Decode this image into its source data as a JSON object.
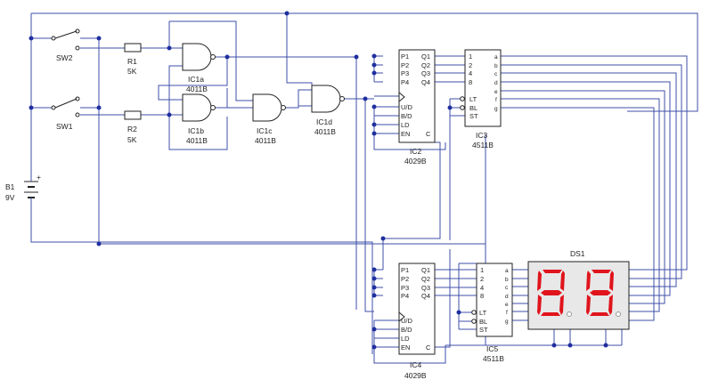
{
  "components": {
    "sw2": {
      "ref": "SW2"
    },
    "sw1": {
      "ref": "SW1"
    },
    "r1": {
      "ref": "R1",
      "value": "5K"
    },
    "r2": {
      "ref": "R2",
      "value": "5K"
    },
    "b1": {
      "ref": "B1",
      "value": "9V",
      "plus": "+"
    },
    "ic1a": {
      "ref": "IC1a",
      "part": "4011B"
    },
    "ic1b": {
      "ref": "IC1b",
      "part": "4011B"
    },
    "ic1c": {
      "ref": "IC1c",
      "part": "4011B"
    },
    "ic1d": {
      "ref": "IC1d",
      "part": "4011B"
    },
    "ic2": {
      "ref": "IC2",
      "part": "4029B"
    },
    "ic3": {
      "ref": "IC3",
      "part": "4511B"
    },
    "ic4": {
      "ref": "IC4",
      "part": "4029B"
    },
    "ic5": {
      "ref": "IC5",
      "part": "4511B"
    },
    "ds1": {
      "ref": "DS1"
    }
  },
  "pins": {
    "counter_left": [
      "P1",
      "P2",
      "P3",
      "P4"
    ],
    "counter_right": [
      "Q1",
      "Q2",
      "Q3",
      "Q4"
    ],
    "counter_ctrl": [
      "U/D",
      "B/D",
      "LD",
      "EN"
    ],
    "counter_clock": "C",
    "decoder_in": [
      "1",
      "2",
      "4",
      "8"
    ],
    "decoder_ctrl": [
      "LT",
      "BL",
      "ST"
    ],
    "decoder_out": [
      "a",
      "b",
      "c",
      "d",
      "e",
      "f",
      "g"
    ]
  },
  "display": {
    "color": "#e0141c",
    "digits": "two 7-segment digits showing 8 with decimal points"
  }
}
